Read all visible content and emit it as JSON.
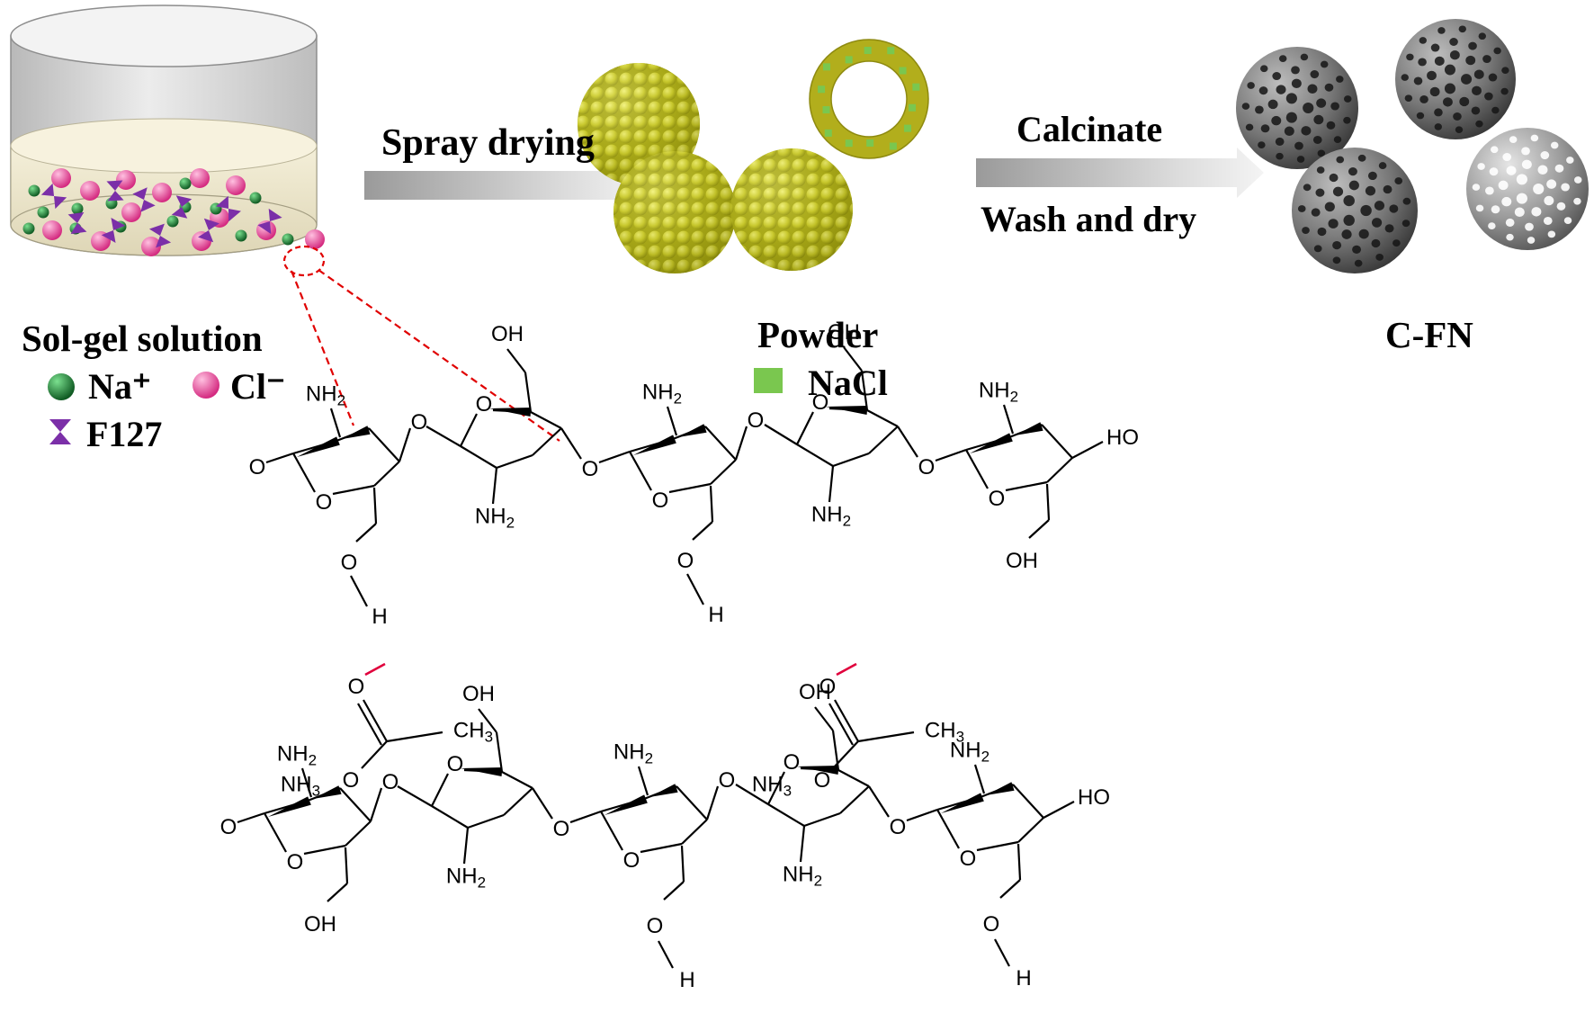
{
  "steps": {
    "spray_drying": "Spray drying",
    "calcinate": "Calcinate",
    "wash_and_dry": "Wash and dry"
  },
  "labels": {
    "sol_gel": "Sol-gel solution",
    "powder": "Powder",
    "c_fn": "C-FN"
  },
  "legend": {
    "na": "Na⁺",
    "cl": "Cl⁻",
    "f127": "F127",
    "nacl": "NaCl"
  },
  "chem_text": {
    "nh2": "NH",
    "nh3": "NH",
    "sub2": "2",
    "sub3": "3",
    "oh": "OH",
    "ho": "HO",
    "o": "O",
    "h": "H",
    "ch3": "CH",
    "o_radical": "O",
    "o_minus": "O"
  },
  "colors": {
    "na_green": "#1e7a3a",
    "cl_pink": "#e8479a",
    "f127_purple": "#7b2fa8",
    "nacl_green": "#7ac74f",
    "powder_yellow": "#b8b820",
    "cfn_gray": "#6d6d6d",
    "hbond_red": "#e0003c",
    "dash_red": "#e00000"
  },
  "icons": [
    "beaker-icon",
    "arrow-right-icon",
    "powder-sphere-icon",
    "hollow-shell-icon",
    "porous-sphere-icon"
  ]
}
